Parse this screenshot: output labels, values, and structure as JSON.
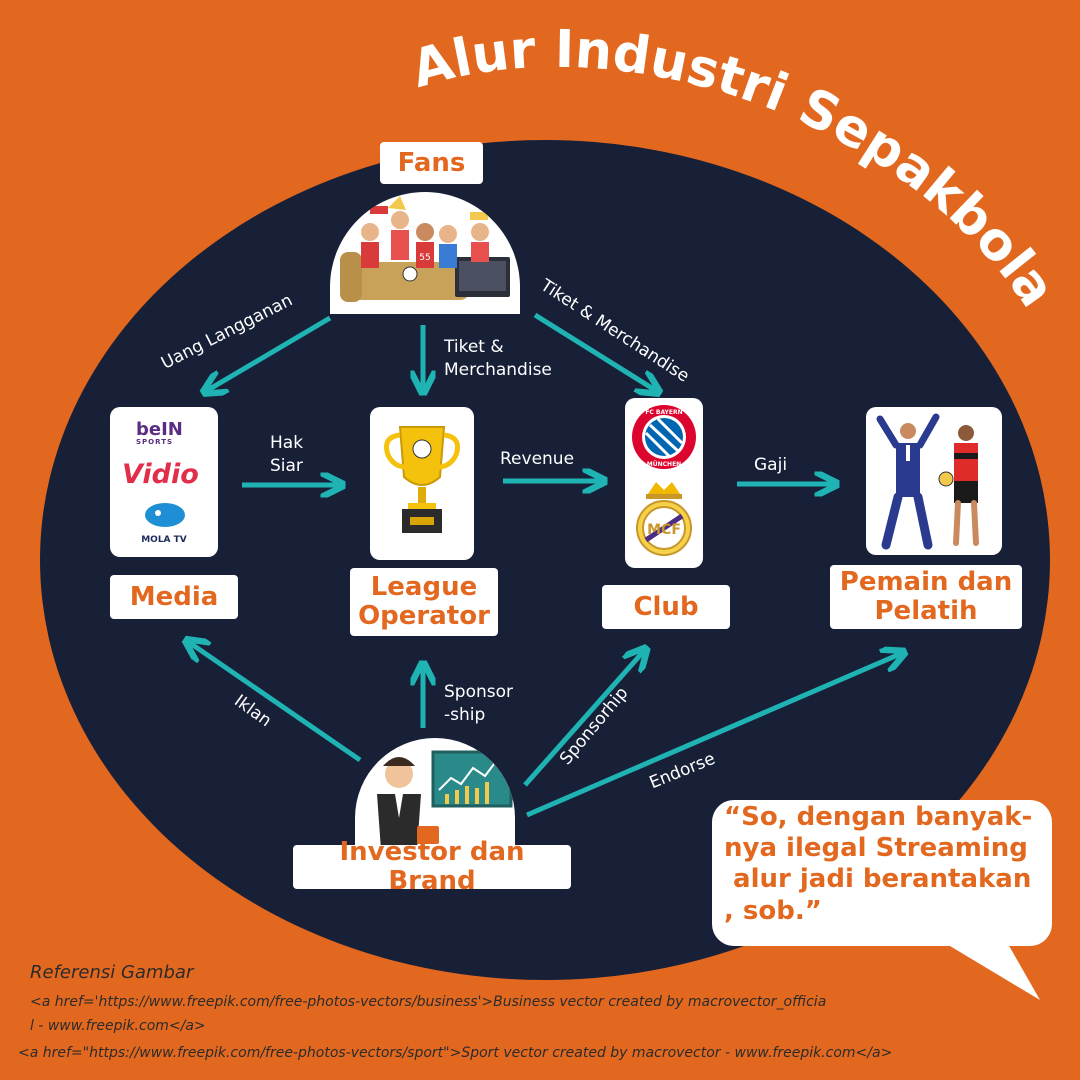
{
  "title": "Alur Industri Sepakbola",
  "nodes": {
    "fans": "Fans",
    "media": "Media",
    "league_operator": [
      "League",
      "Operator"
    ],
    "club": "Club",
    "players": [
      "Pemain dan",
      "Pelatih"
    ],
    "investor": "Investor dan Brand"
  },
  "media_logos": {
    "bein_prefix": "beIN",
    "bein_sub": "SPORTS",
    "vidio": "Vidio",
    "mola": "MOLA TV"
  },
  "club_logos": {
    "bayern_top": "FC BAYERN",
    "bayern_bottom": "MÜNCHEN",
    "madrid": "MCF"
  },
  "fan_shirt_number": "55",
  "edges": {
    "uang_langganan": "Uang Langganan",
    "tiket_center": [
      "Tiket &",
      "Merchandise"
    ],
    "tiket_right": "Tiket & Merchandise",
    "hak_siar": [
      "Hak",
      "Siar"
    ],
    "revenue": "Revenue",
    "gaji": "Gaji",
    "iklan": "Iklan",
    "sponsorship_center": [
      "Sponsor",
      "-ship"
    ],
    "sponsorhip": "Sponsorhip",
    "endorse": "Endorse"
  },
  "quote": [
    "“So, dengan banyak-",
    "nya ilegal Streaming",
    " alur jadi berantakan",
    ", sob.”"
  ],
  "references": {
    "heading": "Referensi Gambar",
    "line1": "<a href='https://www.freepik.com/free-photos-vectors/business'>Business vector created by macrovector_officia",
    "line2": "l - www.freepik.com</a>",
    "line3": "<a href=\"https://www.freepik.com/free-photos-vectors/sport\">Sport vector created by macrovector - www.freepik.com</a>"
  },
  "colors": {
    "background": "#e3681f",
    "ellipse": "#182038",
    "arrow": "#1fb3b3",
    "accent_text": "#e3681f",
    "white": "#ffffff"
  }
}
